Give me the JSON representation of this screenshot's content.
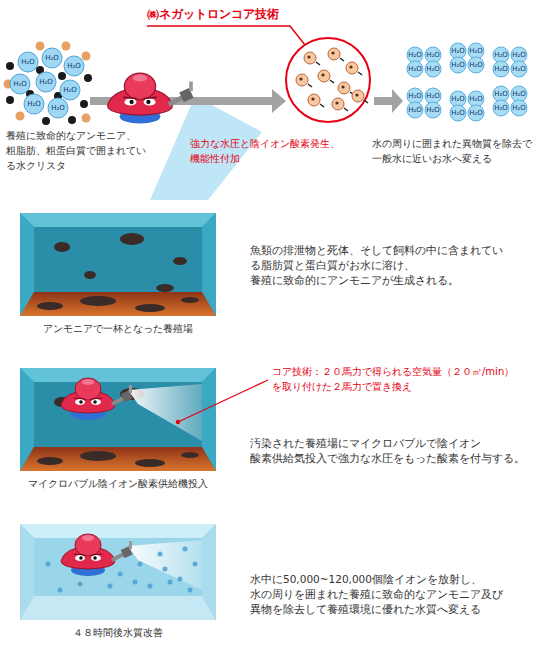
{
  "diagram": {
    "title": "㈱ネガットロンコア技術",
    "nodes": [
      {
        "text": [
          "アンモニアで一杯となった養殖場"
        ]
      },
      {
        "text": [
          "マイクロバブル陰イオン酸素供給機投入"
        ]
      },
      {
        "text": [
          "４８時間後水質改善"
        ]
      }
    ],
    "labels": [
      "H₂O",
      "H₂O",
      "H₂O",
      "H₂O",
      "H₂O",
      "H₂O",
      "H₂O",
      "H₂O",
      "H₂O",
      "H₂O",
      "H₂O",
      "H₂O",
      "H₂O",
      "H₂O",
      "H₂O",
      "H₂O",
      "H₂O",
      "H₂O",
      "H₂O",
      "H₂O",
      "H₂O",
      "H₂O",
      "H₂O",
      "H₂O",
      "H₂O",
      "H₂O",
      "H₂O",
      "H₂O",
      "H₂O",
      "H₂O",
      "H₂O",
      "H₂O",
      "養殖に致命的なアンモニア、 粗脂肪、粗蛋白質で囲まれてい る水クリスタ",
      "強力な水圧と陰イオン酸素発生、 機能性付加",
      "水の周りに囲まれた異物質を除去で 一般水に近いお水へ変える",
      "魚類の排泄物と死体、そして飼料の中に含まれてい る脂肪質と蛋白質がお水に溶け、 養殖に致命的にアンモニアが生成される。",
      "コア技術：２０馬力で得られる空気量（２０㎥/min） を取り付けた２馬力で置き換え",
      "汚染された養殖場にマイクロバブルで陰イオン 酸素供給気投入で強力な水圧をもった酸素を付与する。",
      "水中に50,000~120,000個陰イオンを放射し、 水の周りを囲まれた養殖に致命的なアンモニア及び 異物を除去して養殖環境に優れた水質へ変える"
    ]
  }
}
